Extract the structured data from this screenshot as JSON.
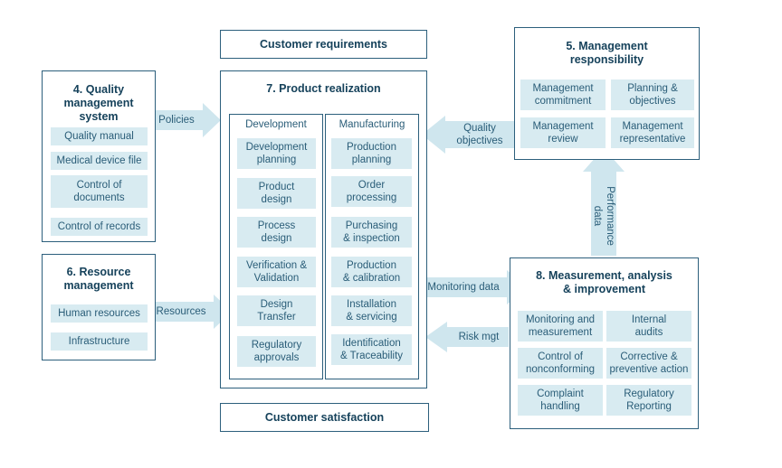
{
  "customer_requirements": "Customer requirements",
  "customer_satisfaction": "Customer satisfaction",
  "qms": {
    "title": "4. Quality\nmanagement\nsystem",
    "items": [
      "Quality manual",
      "Medical device file",
      "Control of\ndocuments",
      "Control of records"
    ]
  },
  "resource": {
    "title": "6. Resource\nmanagement",
    "items": [
      "Human resources",
      "Infrastructure"
    ]
  },
  "product_realization": {
    "title": "7. Product realization",
    "development": {
      "heading": "Development",
      "items": [
        "Development\nplanning",
        "Product\ndesign",
        "Process\ndesign",
        "Verification &\nValidation",
        "Design\nTransfer",
        "Regulatory\napprovals"
      ]
    },
    "manufacturing": {
      "heading": "Manufacturing",
      "items": [
        "Production\nplanning",
        "Order\nprocessing",
        "Purchasing\n& inspection",
        "Production\n& calibration",
        "Installation\n& servicing",
        "Identification\n& Traceability"
      ]
    }
  },
  "management": {
    "title": "5. Management\nresponsibility",
    "items": [
      "Management\ncommitment",
      "Planning &\nobjectives",
      "Management\nreview",
      "Management\nrepresentative"
    ]
  },
  "measurement": {
    "title": "8. Measurement, analysis\n& improvement",
    "items": [
      "Monitoring and\nmeasurement",
      "Internal\naudits",
      "Control of\nnonconforming",
      "Corrective &\npreventive action",
      "Complaint\nhandling",
      "Regulatory\nReporting"
    ]
  },
  "arrows": {
    "policies": "Policies",
    "resources": "Resources",
    "quality_objectives": "Quality\nobjectives",
    "monitoring_data": "Monitoring data",
    "risk_mgt": "Risk mgt",
    "performance_data": "Performance\ndata"
  },
  "colors": {
    "border": "#2c5f7c",
    "item_fill": "#d8ebf1",
    "arrow_fill": "#cfe6ee",
    "title_text": "#16425b"
  }
}
